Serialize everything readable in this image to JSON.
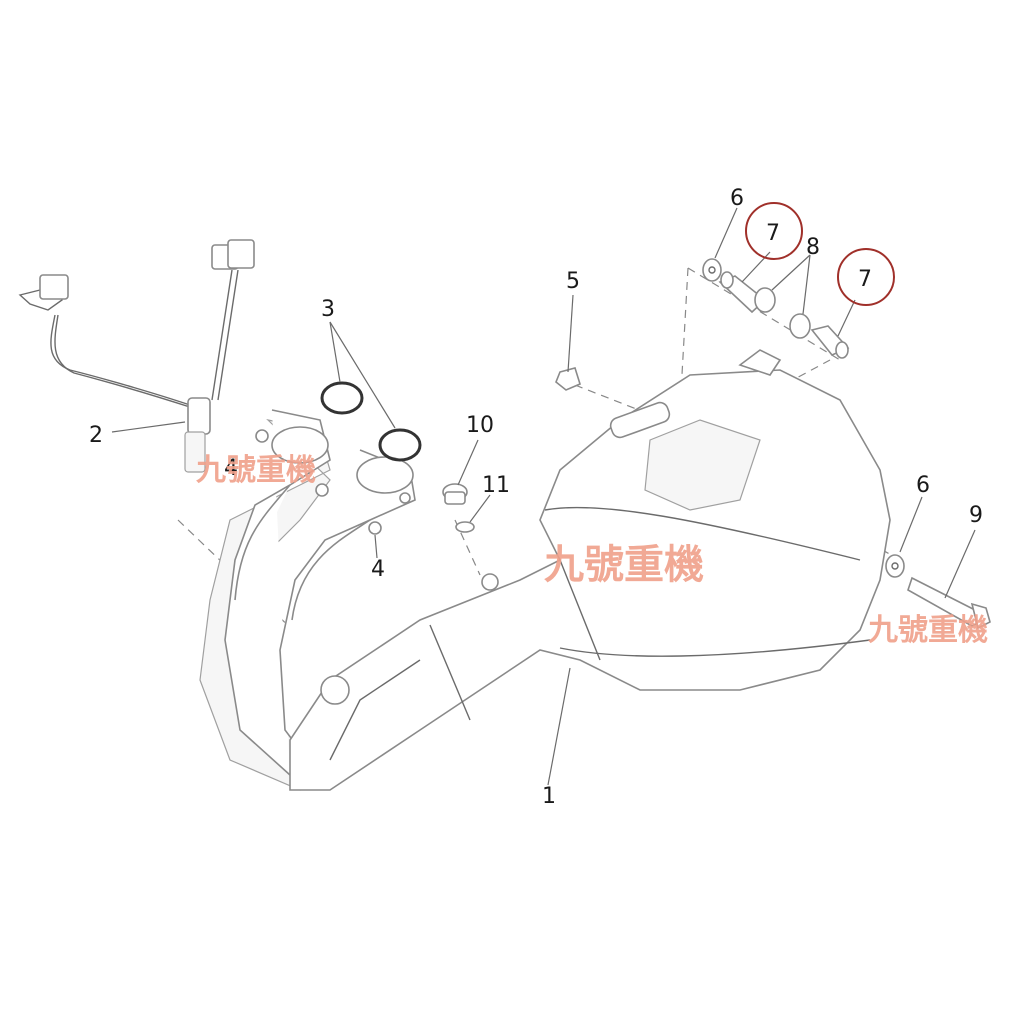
{
  "callouts": {
    "c1": "1",
    "c2": "2",
    "c3": "3",
    "c4a": "4",
    "c4b": "4",
    "c5": "5",
    "c6a": "6",
    "c6b": "6",
    "c7a": "7",
    "c7b": "7",
    "c8": "8",
    "c9": "9",
    "c10": "10",
    "c11": "11"
  },
  "watermark": {
    "text_a": "九號重機",
    "text_b": "九號重機",
    "text_c": "九號重機"
  },
  "colors": {
    "highlight": "#a0302a",
    "watermark": "#f0a08a",
    "line": "#8a8a8a"
  }
}
